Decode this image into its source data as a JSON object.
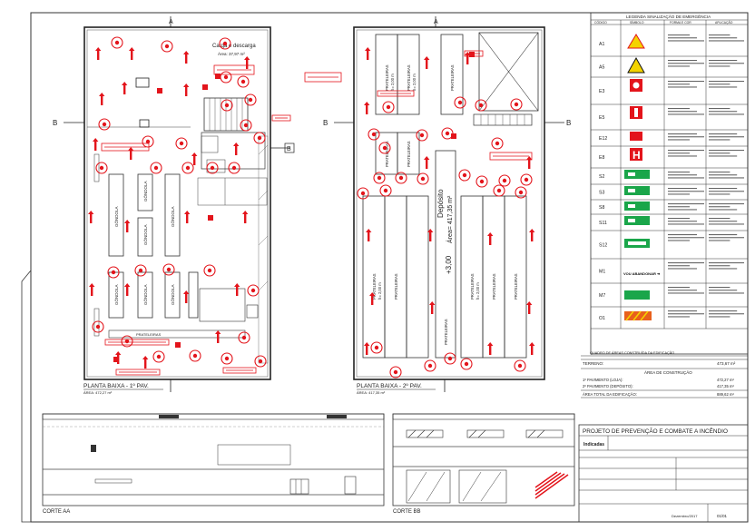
{
  "plan1": {
    "title": "PLANTA BAIXA - 1º PAV.",
    "subtitle": "ÁREA: 472,27 m²",
    "loading_label": "Carga e descarga",
    "loading_area": "Área: 37,97 m²",
    "gondola_label": "GÔNDOLA",
    "shelf_label": "PRATELEIRAS",
    "shelf_size": "h= 2,00 m",
    "cut_a": "A",
    "cut_b": "B"
  },
  "plan2": {
    "title": "PLANTA BAIXA - 2º PAV.",
    "subtitle": "ÁREA: 417,35 m²",
    "deposit_label": "Depósito",
    "deposit_area": "Área= 417,35 m²",
    "level": "+3,00",
    "shelf_label": "PRATELEIRAS",
    "shelf_size": "h= 2,00 m"
  },
  "cuts": {
    "aa_label": "CORTE AA",
    "bb_label": "CORTE BB"
  },
  "legend": {
    "title": "LEGENDA SINALIZAÇÃO DE EMERGÊNCIA",
    "headers": [
      "CÓDIGO",
      "SÍMBOLO",
      "FORMA E COR",
      "APLICAÇÃO"
    ],
    "codes": [
      "A1",
      "A5",
      "E3",
      "E5",
      "E12",
      "E8",
      "S2",
      "S3",
      "S8",
      "S11",
      "S12",
      "M1",
      "M7",
      "O1"
    ],
    "m1_text": "VOU ABANDONAR ➜"
  },
  "areas": {
    "caption": "QUADRO DE ÁREAS CONSTRUÍDA DA EDIFICAÇÃO",
    "terreno_label": "TERRENO:",
    "terreno_value": "473,67 m²",
    "construcao_label": "ÁREA DE CONSTRUÇÃO",
    "pav1_label": "1º PAVIMENTO (LOJA):",
    "pav1_value": "472,27 m²",
    "pav2_label": "2º PAVIMENTO (DEPÓSITO):",
    "pav2_value": "417,35 m²",
    "total_label": "ÁREA TOTAL DA EDIFICAÇÃO:",
    "total_value": "889,62 m²"
  },
  "title_block": {
    "project": "PROJETO DE PREVENÇÃO E COMBATE A INCÊNDIO",
    "sheet": "01/01",
    "date": "Dezembro/2017",
    "scale": "Indicadas"
  },
  "colors": {
    "red": "#e3141b",
    "green": "#1aa64a",
    "yellow": "#f4d400",
    "orange": "#e8601c"
  }
}
